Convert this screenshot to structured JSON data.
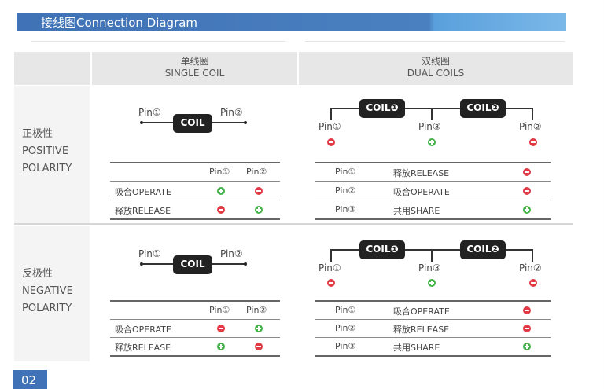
{
  "title": "接线图Connection Diagram",
  "page_number": "02",
  "header": {
    "single": {
      "zh": "单线圈",
      "en": "SINGLE COIL"
    },
    "dual": {
      "zh": "双线圈",
      "en": "DUAL COILS"
    }
  },
  "sections": {
    "positive": {
      "label_zh": "正极性",
      "label_en1": "POSITIVE",
      "label_en2": "POLARITY",
      "single": {
        "coil": "COIL",
        "pin1": "Pin①",
        "pin2": "Pin②",
        "col1": "Pin①",
        "col2": "Pin②",
        "rows": [
          {
            "label": "吸合OPERATE",
            "pin1": "+",
            "pin2": "-"
          },
          {
            "label": "释放RELEASE",
            "pin1": "-",
            "pin2": "+"
          }
        ]
      },
      "dual": {
        "coil1": "COIL❶",
        "coil2": "COIL❷",
        "pin1": "Pin①",
        "pin3": "Pin③",
        "pin2": "Pin②",
        "pin1_sign": "-",
        "pin3_sign": "+",
        "pin2_sign": "-",
        "rows": [
          {
            "pin": "Pin①",
            "label": "释放RELEASE",
            "sign": "-"
          },
          {
            "pin": "Pin②",
            "label": "吸合OPERATE",
            "sign": "-"
          },
          {
            "pin": "Pin③",
            "label": "共用SHARE",
            "sign": "+"
          }
        ]
      }
    },
    "negative": {
      "label_zh": "反极性",
      "label_en1": "NEGATIVE",
      "label_en2": "POLARITY",
      "single": {
        "coil": "COIL",
        "pin1": "Pin①",
        "pin2": "Pin②",
        "col1": "Pin①",
        "col2": "Pin②",
        "rows": [
          {
            "label": "吸合OPERATE",
            "pin1": "-",
            "pin2": "+"
          },
          {
            "label": "释放RELEASE",
            "pin1": "+",
            "pin2": "-"
          }
        ]
      },
      "dual": {
        "coil1": "COIL❶",
        "coil2": "COIL❷",
        "pin1": "Pin①",
        "pin3": "Pin③",
        "pin2": "Pin②",
        "pin1_sign": "-",
        "pin3_sign": "+",
        "pin2_sign": "-",
        "rows": [
          {
            "pin": "Pin①",
            "label": "吸合OPERATE",
            "sign": "-"
          },
          {
            "pin": "Pin②",
            "label": "释放RELEASE",
            "sign": "-"
          },
          {
            "pin": "Pin③",
            "label": "共用SHARE",
            "sign": "+"
          }
        ]
      }
    }
  },
  "colors": {
    "accent": "#3f72b6",
    "positive_sign": "#45b34a",
    "negative_sign": "#e23a44"
  }
}
